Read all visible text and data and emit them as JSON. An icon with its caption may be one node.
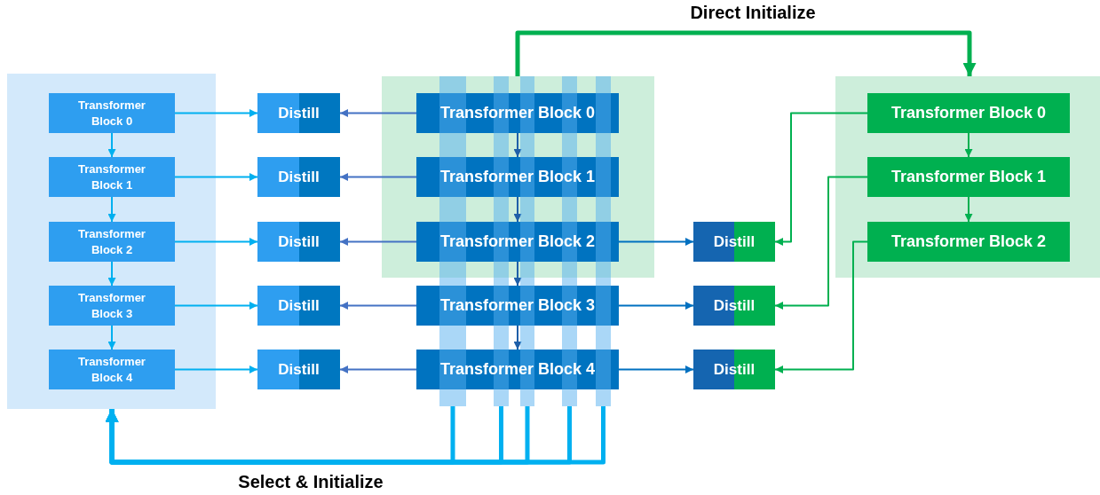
{
  "diagram": {
    "nodes": [
      {
        "text": [],
        "shape": "box"
      },
      {
        "text": [
          "Transformer Block 0"
        ],
        "in": 0
      },
      {
        "text": [
          "Transformer Block 1"
        ],
        "in": 0
      },
      {
        "text": [
          "Transformer Block 2"
        ],
        "in": 0
      },
      {
        "text": [
          "Transformer Block 3"
        ],
        "in": 0
      },
      {
        "text": [
          "Transformer Block 4"
        ],
        "in": 0
      },
      {
        "text": [
          "Distill"
        ]
      },
      {
        "text": [
          "Distill"
        ]
      },
      {
        "text": [
          "Distill"
        ]
      },
      {
        "text": [
          "Distill"
        ]
      },
      {
        "text": [
          "Distill"
        ]
      },
      {
        "text": [],
        "shape": "box"
      },
      {
        "text": [
          "Transformer Block 0"
        ],
        "in": 11
      },
      {
        "text": [
          "Transformer Block 1"
        ],
        "in": 11
      },
      {
        "text": [
          "Transformer Block 2"
        ],
        "in": 11
      },
      {
        "text": [
          "Transformer Block 3"
        ]
      },
      {
        "text": [
          "Transformer Block 4"
        ]
      },
      {
        "text": [],
        "shape": "bar"
      },
      {
        "text": [],
        "shape": "bar"
      },
      {
        "text": [],
        "shape": "bar"
      },
      {
        "text": [],
        "shape": "bar"
      },
      {
        "text": [],
        "shape": "bar"
      },
      {
        "text": [
          "Distill"
        ]
      },
      {
        "text": [
          "Distill"
        ]
      },
      {
        "text": [
          "Distill"
        ]
      },
      {
        "text": [],
        "shape": "box"
      },
      {
        "text": [
          "Transformer Block 0"
        ],
        "in": 25
      },
      {
        "text": [
          "Transformer Block 1"
        ],
        "in": 25
      },
      {
        "text": [
          "Transformer Block 2"
        ],
        "in": 25
      }
    ],
    "edges": [
      {
        "from": 1,
        "to": 2,
        "arrow": "to"
      },
      {
        "from": 2,
        "to": 3,
        "arrow": "to"
      },
      {
        "from": 3,
        "to": 4,
        "arrow": "to"
      },
      {
        "from": 4,
        "to": 5,
        "arrow": "to"
      },
      {
        "from": 1,
        "to": 6,
        "arrow": "to"
      },
      {
        "from": 2,
        "to": 7,
        "arrow": "to"
      },
      {
        "from": 3,
        "to": 8,
        "arrow": "to"
      },
      {
        "from": 4,
        "to": 9,
        "arrow": "to"
      },
      {
        "from": 5,
        "to": 10,
        "arrow": "to"
      },
      {
        "from": 12,
        "to": 6,
        "arrow": "to",
        "color": "#4472c4"
      },
      {
        "from": 13,
        "to": 7,
        "arrow": "to",
        "color": "#4472c4"
      },
      {
        "from": 14,
        "to": 8,
        "arrow": "to",
        "color": "#4472c4"
      },
      {
        "from": 15,
        "to": 9,
        "arrow": "to",
        "color": "#4472c4"
      },
      {
        "from": 16,
        "to": 10,
        "arrow": "to",
        "color": "#4472c4"
      },
      {
        "from": 12,
        "to": 13,
        "arrow": "to",
        "color": "#1f5fa8"
      },
      {
        "from": 13,
        "to": 14,
        "arrow": "to",
        "color": "#1f5fa8"
      },
      {
        "from": 14,
        "to": 15,
        "arrow": "to",
        "color": "#1f5fa8"
      },
      {
        "from": 15,
        "to": 16,
        "arrow": "to",
        "color": "#1f5fa8"
      },
      {
        "from": 14,
        "to": 22,
        "arrow": "to",
        "color": "#0070c0"
      },
      {
        "from": 15,
        "to": 23,
        "arrow": "to",
        "color": "#0070c0"
      },
      {
        "from": 16,
        "to": 24,
        "arrow": "to",
        "color": "#0070c0"
      },
      {
        "from": 26,
        "to": 27,
        "arrow": "to",
        "color": "#00b050"
      },
      {
        "from": 27,
        "to": 28,
        "arrow": "to",
        "color": "#00b050"
      },
      {
        "from": 26,
        "to": 22,
        "arrow": "to",
        "color": "#00b050"
      },
      {
        "from": 27,
        "to": 23,
        "arrow": "to",
        "color": "#00b050"
      },
      {
        "from": 28,
        "to": 24,
        "arrow": "to",
        "color": "#00b050"
      },
      {
        "from": 11,
        "to": 25,
        "arrow": "to",
        "label": "Direct Initialize",
        "style": "thick",
        "color": "#00b050"
      },
      {
        "from": 17,
        "to": 0,
        "arrow": "to",
        "label": "Select & Initialize",
        "style": "thick"
      },
      {
        "from": 18,
        "to": 0,
        "arrow": "to",
        "style": "thick"
      },
      {
        "from": 19,
        "to": 0,
        "arrow": "to",
        "style": "thick"
      },
      {
        "from": 20,
        "to": 0,
        "arrow": "to",
        "style": "thick"
      },
      {
        "from": 21,
        "to": 0,
        "arrow": "to",
        "style": "thick"
      }
    ]
  }
}
